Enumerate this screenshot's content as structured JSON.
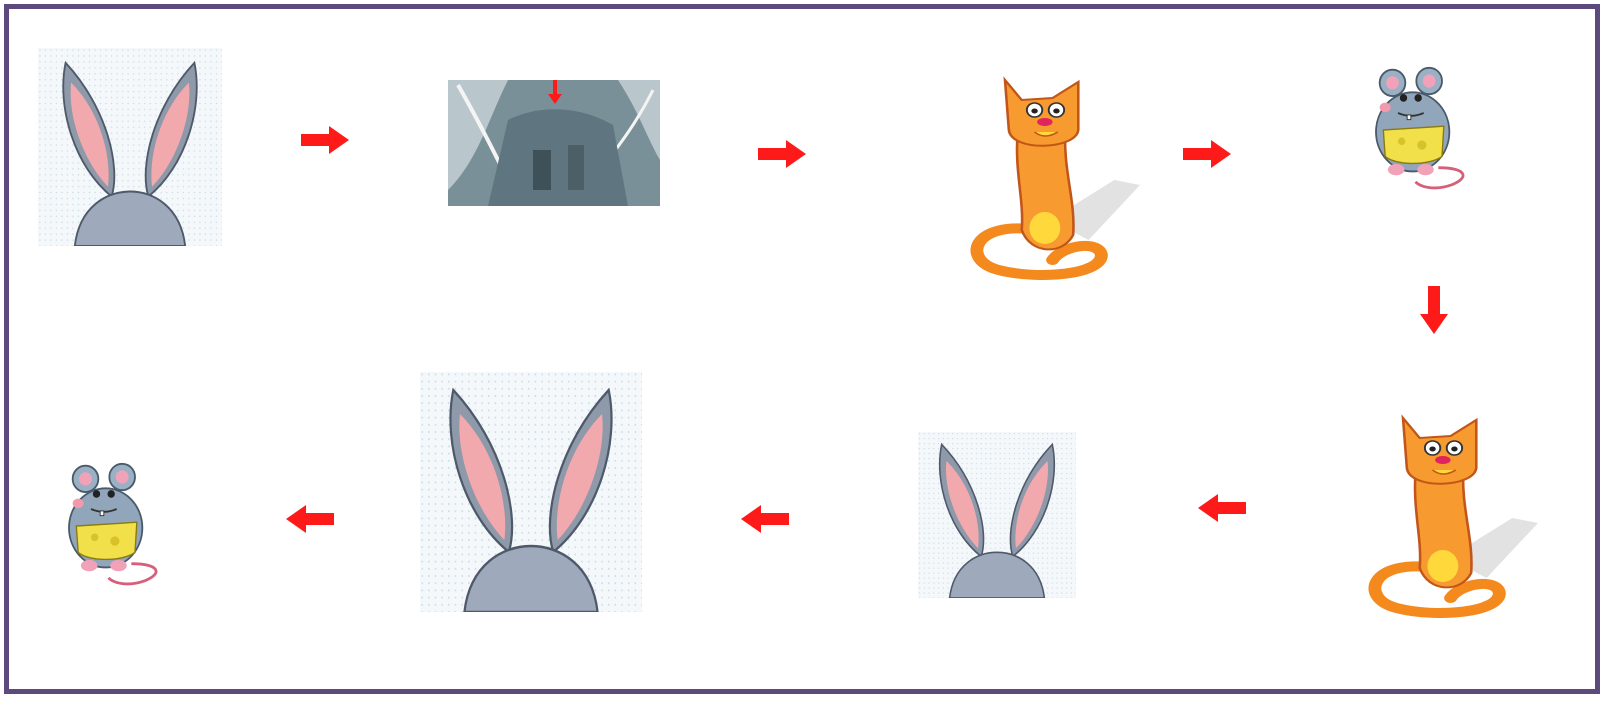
{
  "colors": {
    "frame": "#5d4a7d",
    "arrow": "#ff1a1a",
    "rabbit_gray": "#8a98a8",
    "rabbit_pink": "#f2a2a8",
    "cat_orange": "#f7962a",
    "cat_yellow": "#ffd23a",
    "mouse_gray": "#8fa4b8",
    "mouse_pink": "#f4a6b8",
    "cheese_yellow": "#f4e04a"
  },
  "sequence": [
    {
      "item": "rabbit-ears",
      "icon": "rabbit-ears-icon"
    },
    {
      "item": "rabbit-head-zoom",
      "icon": "rabbit-head-zoom-icon"
    },
    {
      "item": "cat",
      "icon": "cat-icon"
    },
    {
      "item": "mouse",
      "icon": "mouse-icon"
    },
    {
      "item": "cat",
      "icon": "cat-icon"
    },
    {
      "item": "rabbit-ears",
      "icon": "rabbit-ears-icon"
    },
    {
      "item": "rabbit-ears",
      "icon": "rabbit-ears-icon"
    },
    {
      "item": "mouse",
      "icon": "mouse-icon"
    }
  ],
  "arrows": [
    "right",
    "right",
    "right",
    "down",
    "left",
    "left",
    "left"
  ]
}
